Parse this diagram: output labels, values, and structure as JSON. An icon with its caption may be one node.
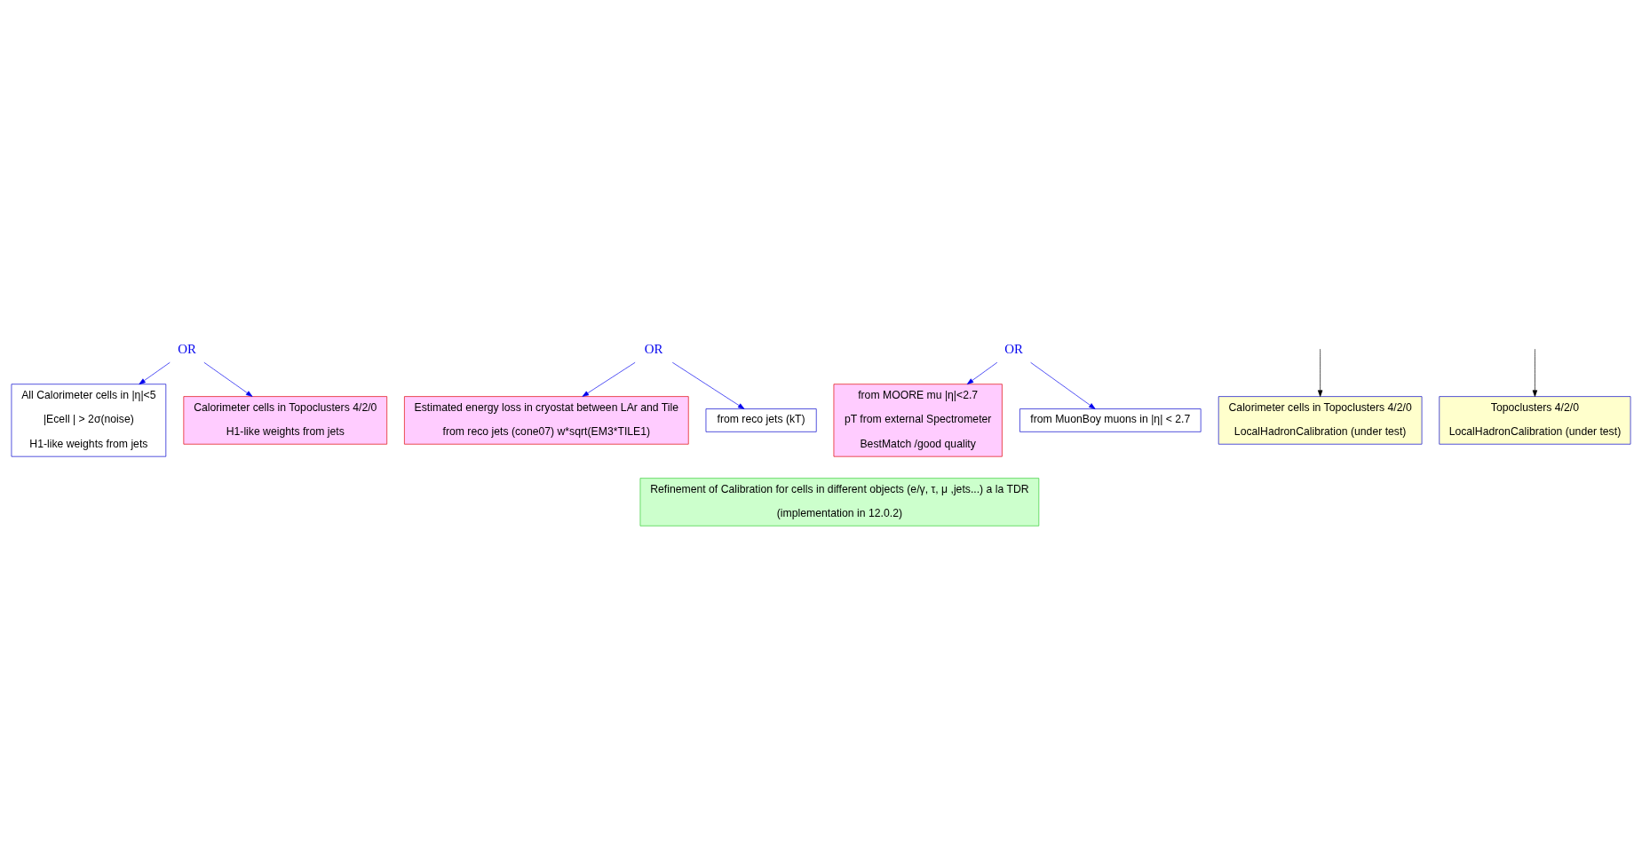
{
  "diagram": {
    "nodes": [
      {
        "text": [
          "OR"
        ]
      },
      {
        "text": [
          "All Calorimeter cells in |η|<5",
          "|Ecell | > 2σ(noise)",
          "H1-like weights from jets"
        ]
      },
      {
        "text": [
          "Calorimeter cells in Topoclusters 4/2/0",
          "H1-like weights from jets"
        ]
      },
      {
        "text": [
          "OR"
        ]
      },
      {
        "text": [
          "Estimated energy loss in cryostat between LAr and Tile",
          "from reco jets (cone07) w*sqrt(EM3*TILE1)"
        ]
      },
      {
        "text": [
          "from reco jets (kT)"
        ]
      },
      {
        "text": [
          "OR"
        ]
      },
      {
        "text": [
          "from MOORE mu |η|<2.7",
          "pT from external Spectrometer",
          "BestMatch /good quality"
        ]
      },
      {
        "text": [
          "from MuonBoy muons in |η| < 2.7"
        ]
      },
      {
        "text": [
          "Calorimeter cells in Topoclusters 4/2/0",
          "LocalHadronCalibration (under test)"
        ]
      },
      {
        "text": [
          "Topoclusters 4/2/0",
          "LocalHadronCalibration (under test)"
        ]
      },
      {
        "text": [
          "Refinement of Calibration for cells in different objects (e/γ, τ, μ ,jets...) a la TDR",
          "(implementation in 12.0.2)"
        ]
      }
    ],
    "edges": [
      {
        "from": 0,
        "to": 1,
        "arrow": "to"
      },
      {
        "from": 0,
        "to": 2,
        "arrow": "to"
      },
      {
        "from": 3,
        "to": 4,
        "arrow": "to"
      },
      {
        "from": 3,
        "to": 5,
        "arrow": "to"
      },
      {
        "from": 6,
        "to": 7,
        "arrow": "to"
      },
      {
        "from": 6,
        "to": 8,
        "arrow": "to"
      },
      {
        "from": null,
        "to": 9,
        "arrow": "to",
        "color": "#000000"
      },
      {
        "from": null,
        "to": 10,
        "arrow": "to",
        "color": "#000000"
      }
    ]
  }
}
